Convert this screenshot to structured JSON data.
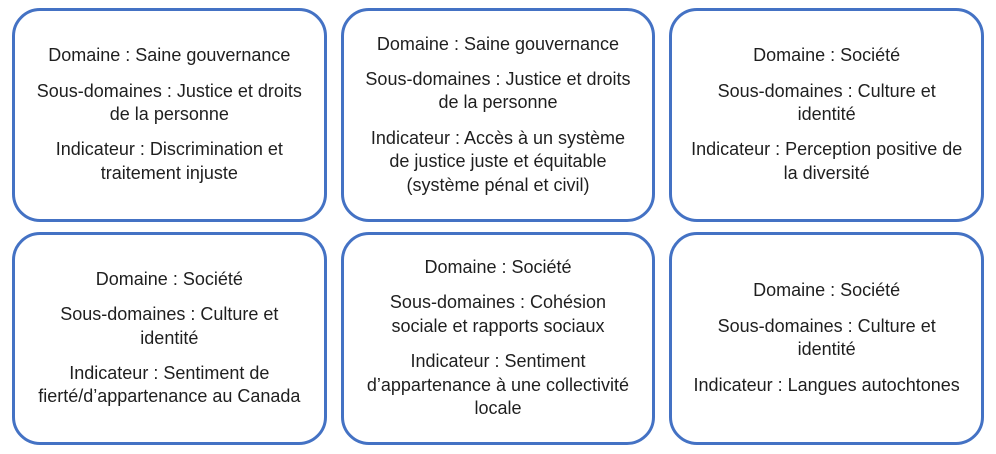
{
  "accent_color": "#4472C4",
  "text_color": "#1f1f1f",
  "cards": [
    {
      "domain": "Domaine : Saine gouvernance",
      "subdomain": "Sous-domaines : Justice et droits de la personne",
      "indicator": "Indicateur : Discrimination et traitement injuste"
    },
    {
      "domain": "Domaine : Saine gouvernance",
      "subdomain": "Sous-domaines : Justice et droits de la personne",
      "indicator": "Indicateur : Accès à un système de justice juste et équitable (système pénal et civil)"
    },
    {
      "domain": "Domaine : Société",
      "subdomain": "Sous-domaines : Culture et identité",
      "indicator": "Indicateur : Perception positive de la diversité"
    },
    {
      "domain": "Domaine : Société",
      "subdomain": "Sous-domaines : Culture et identité",
      "indicator": "Indicateur : Sentiment de fierté/d’appartenance au Canada"
    },
    {
      "domain": "Domaine : Société",
      "subdomain": "Sous-domaines : Cohésion sociale et rapports sociaux",
      "indicator": "Indicateur : Sentiment d’appartenance à une collectivité locale"
    },
    {
      "domain": "Domaine : Société",
      "subdomain": "Sous-domaines : Culture et identité",
      "indicator": "Indicateur : Langues autochtones"
    }
  ]
}
